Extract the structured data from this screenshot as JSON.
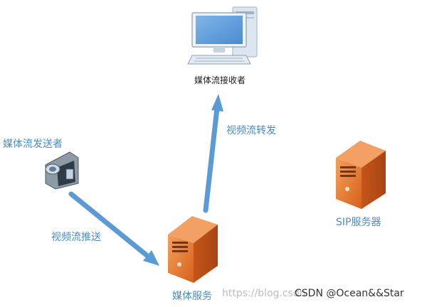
{
  "nodes": {
    "receiver": {
      "label": "媒体流接收者",
      "icon": "computer-icon"
    },
    "sender": {
      "label": "媒体流发送者",
      "icon": "video-camera-icon"
    },
    "media_server": {
      "label": "媒体服务",
      "icon": "server-icon"
    },
    "sip_server": {
      "label": "SIP服务器",
      "icon": "server-icon"
    }
  },
  "edges": {
    "push": {
      "label": "视频流推送",
      "from": "sender",
      "to": "media_server"
    },
    "forward": {
      "label": "视频流转发",
      "from": "media_server",
      "to": "receiver"
    }
  },
  "watermark": {
    "url": "https://blog.csdn",
    "brand": "CSDN @Ocean&&Star"
  },
  "colors": {
    "arrow": "#5b9bd5",
    "label": "#4a8bc8",
    "server": "#e8762b",
    "monitor": "#5b9bd5"
  }
}
